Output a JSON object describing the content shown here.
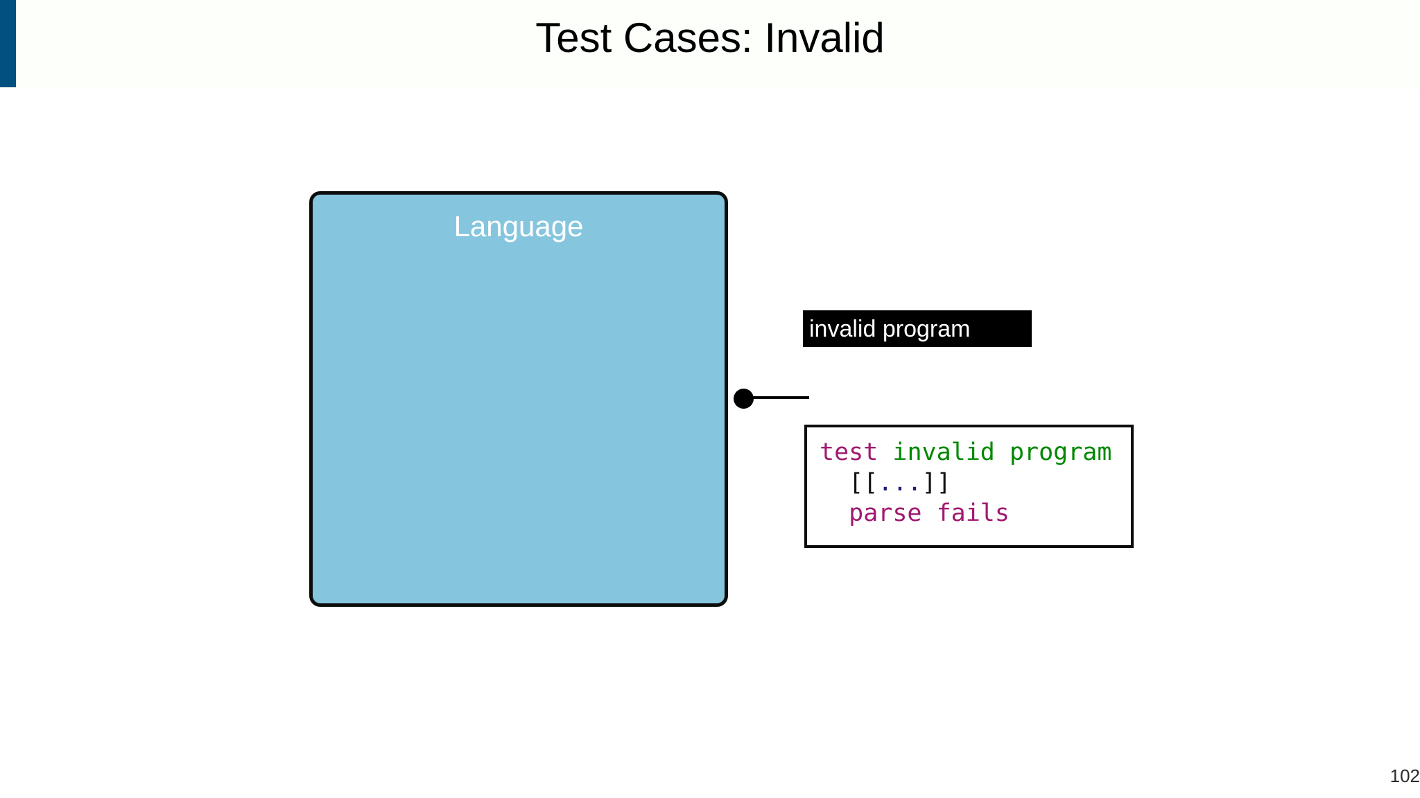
{
  "slide": {
    "title": "Test Cases: Invalid",
    "page_number": "102",
    "accent_color": "#02507f",
    "header_background": "#fcfffa"
  },
  "diagram": {
    "language_box": {
      "label": "Language",
      "fill_color": "#85c6de",
      "border_color": "#0c0c0c",
      "label_color": "#ffffff"
    },
    "callout": {
      "label": "invalid program",
      "background_color": "#000000",
      "text_color": "#ffffff"
    },
    "connector": {
      "dot_color": "#000000",
      "line_color": "#000000"
    }
  },
  "code_box": {
    "border_color": "#0c0c0c",
    "background_color": "#ffffff",
    "lines": [
      {
        "tokens": [
          {
            "text": "test",
            "kind": "keyword",
            "color": "#a01a70"
          },
          {
            "text": " ",
            "kind": "space",
            "color": "#111111"
          },
          {
            "text": "invalid program",
            "kind": "name",
            "color": "#008800"
          }
        ]
      },
      {
        "tokens": [
          {
            "text": "  [[",
            "kind": "punctuation",
            "color": "#111111"
          },
          {
            "text": "...",
            "kind": "ellipsis",
            "color": "#1d1d7a"
          },
          {
            "text": "]]",
            "kind": "punctuation",
            "color": "#111111"
          }
        ]
      },
      {
        "tokens": [
          {
            "text": "  parse fails",
            "kind": "keyword",
            "color": "#a01a70"
          }
        ]
      }
    ],
    "plain_text": "test invalid program\n  [[...]]\n  parse fails"
  }
}
